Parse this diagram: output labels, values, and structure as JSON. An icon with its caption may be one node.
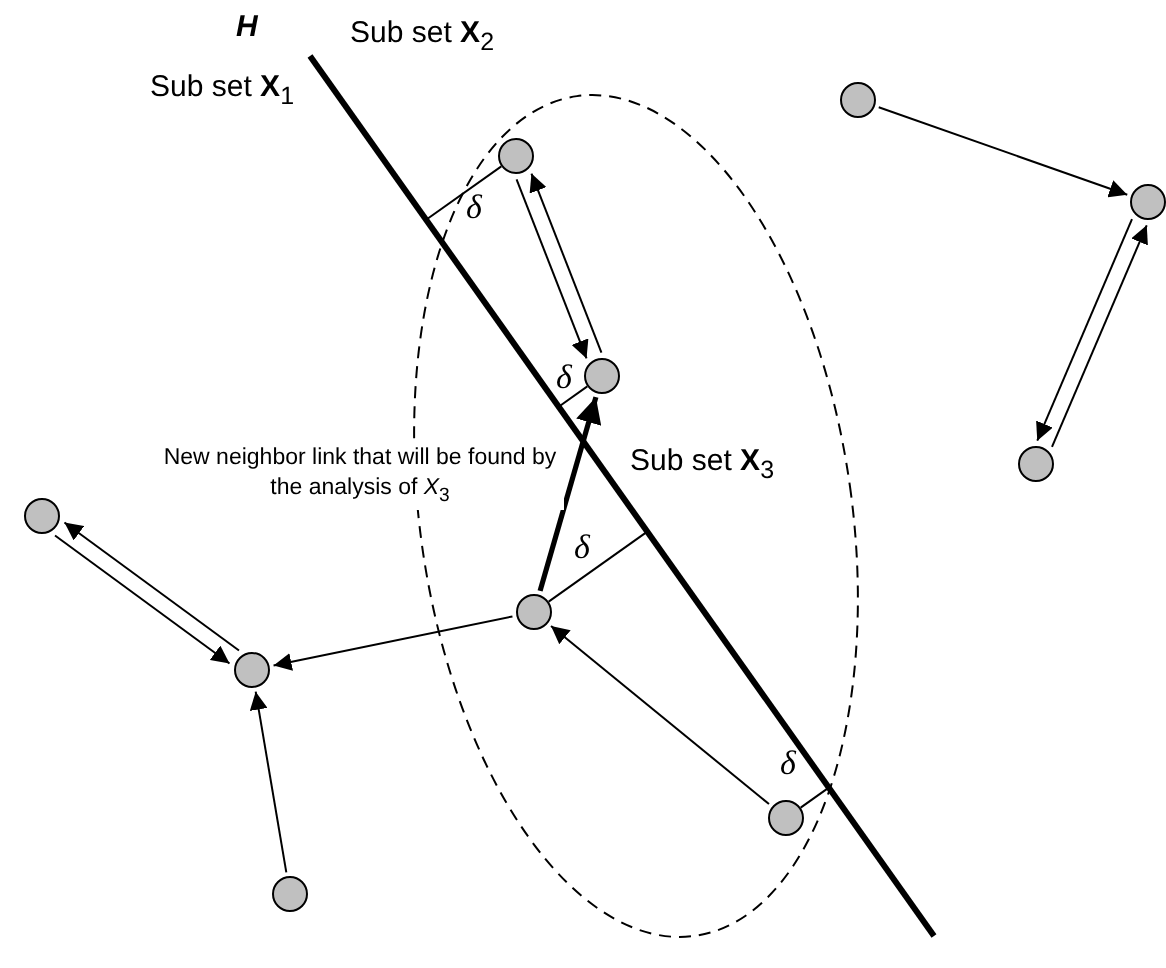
{
  "diagram": {
    "nodes": [
      {
        "text": [],
        "shape": "circle"
      },
      {
        "text": [],
        "shape": "circle"
      },
      {
        "text": [],
        "shape": "circle"
      },
      {
        "text": [],
        "shape": "circle"
      },
      {
        "text": [],
        "shape": "circle"
      },
      {
        "text": [],
        "shape": "circle"
      },
      {
        "text": [],
        "shape": "circle"
      },
      {
        "text": [],
        "shape": "circle"
      },
      {
        "text": [],
        "shape": "circle"
      },
      {
        "text": [],
        "shape": "circle"
      }
    ],
    "edges": [
      {
        "from": 1,
        "to": 3,
        "arrow": "to"
      },
      {
        "from": 3,
        "to": 1,
        "arrow": "to"
      },
      {
        "from": 6,
        "to": 3,
        "arrow": "to",
        "style": "thick",
        "label": "New neighbor link that will be found by the analysis of *X*$_{3}$"
      },
      {
        "from": 8,
        "to": 6,
        "arrow": "to"
      },
      {
        "from": 6,
        "to": 7,
        "arrow": "to"
      },
      {
        "from": 7,
        "to": 5,
        "arrow": "to"
      },
      {
        "from": 5,
        "to": 7,
        "arrow": "to"
      },
      {
        "from": 9,
        "to": 7,
        "arrow": "to"
      },
      {
        "from": 0,
        "to": 2,
        "arrow": "to"
      },
      {
        "from": 2,
        "to": 4,
        "arrow": "to"
      },
      {
        "from": 4,
        "to": 2,
        "arrow": "to"
      }
    ],
    "labels": [
      "H",
      "Sub set **X**$_{2}$",
      "Sub set **X**$_{1}$",
      "δ",
      "δ",
      "Sub set **X**$_{3}$",
      "δ",
      "δ"
    ]
  }
}
